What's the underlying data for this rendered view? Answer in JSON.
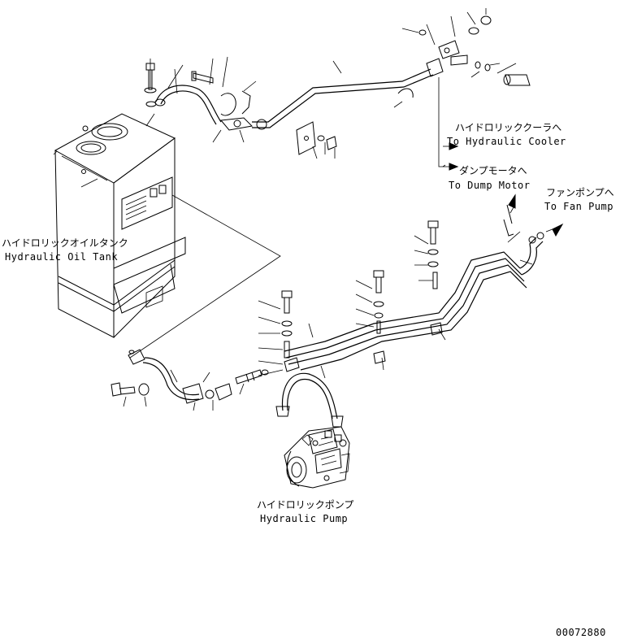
{
  "labels": {
    "hydraulic_cooler_jp": "ハイドロリッククーラへ",
    "hydraulic_cooler_en": "To Hydraulic Cooler",
    "dump_motor_jp": "ダンプモータへ",
    "dump_motor_en": "To Dump Motor",
    "fan_pump_jp": "ファンポンプへ",
    "fan_pump_en": "To Fan Pump",
    "oil_tank_jp": "ハイドロリックオイルタンク",
    "oil_tank_en": "Hydraulic Oil Tank",
    "pump_jp": "ハイドロリックポンプ",
    "pump_en": "Hydraulic Pump"
  },
  "drawing_number": "00072880"
}
